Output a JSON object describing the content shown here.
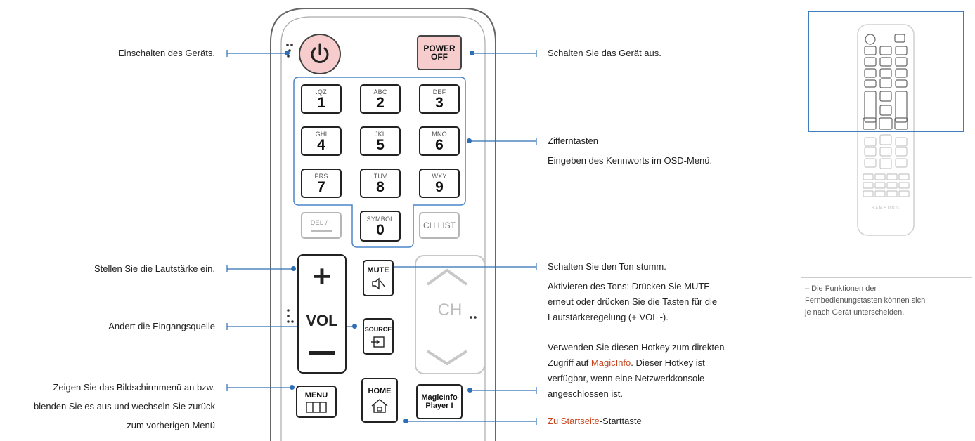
{
  "labels_left": {
    "power_on": "Einschalten des Geräts.",
    "volume": "Stellen Sie die Lautstärke ein.",
    "source": "Ändert die Eingangsquelle",
    "menu_line1": "Zeigen Sie das Bildschirmmenü an bzw.",
    "menu_line2": "blenden Sie es aus und wechseln Sie zurück",
    "menu_line3": "zum vorherigen Menü"
  },
  "labels_right": {
    "power_off": "Schalten Sie das Gerät aus.",
    "numbers_title": "Zifferntasten",
    "numbers_desc": "Eingeben des Kennworts im OSD-Menü.",
    "mute_title": "Schalten Sie den Ton stumm.",
    "mute_desc_1": "Aktivieren des Tons: Drücken Sie MUTE",
    "mute_desc_2": "erneut oder drücken Sie die Tasten für die",
    "mute_desc_3": "Lautstärkeregelung (+ VOL -).",
    "magic_1": "Verwenden Sie diesen Hotkey zum direkten",
    "magic_2a": "Zugriff auf ",
    "magic_2b": "MagicInfo",
    "magic_2c": ". Dieser Hotkey ist",
    "magic_3": "verfügbar, wenn eine Netzwerkkonsole",
    "magic_4": "angeschlossen ist.",
    "home_a": "Zu Startseite",
    "home_b": "-Starttaste"
  },
  "remote": {
    "power_off": [
      "POWER",
      "OFF"
    ],
    "keys": [
      {
        "letters": ".QZ",
        "digit": "1"
      },
      {
        "letters": "ABC",
        "digit": "2"
      },
      {
        "letters": "DEF",
        "digit": "3"
      },
      {
        "letters": "GHI",
        "digit": "4"
      },
      {
        "letters": "JKL",
        "digit": "5"
      },
      {
        "letters": "MNO",
        "digit": "6"
      },
      {
        "letters": "PRS",
        "digit": "7"
      },
      {
        "letters": "TUV",
        "digit": "8"
      },
      {
        "letters": "WXY",
        "digit": "9"
      }
    ],
    "del": "DEL-/--",
    "symbol": "SYMBOL",
    "zero": "0",
    "ch_list": "CH LIST",
    "vol": "VOL",
    "mute": "MUTE",
    "source": "SOURCE",
    "ch": "CH",
    "menu": "MENU",
    "home": "HOME",
    "magicinfo": [
      "MagicInfo",
      "Player I"
    ]
  },
  "thumbnail": {
    "brand": "SAMSUNG"
  },
  "note": [
    "– Die Funktionen der",
    "Fernbedienungstasten können sich",
    "je nach Gerät unterscheiden."
  ],
  "colors": {
    "leader": "#2f6fb5",
    "accent": "#c8461e",
    "power_fill": "#f6cccc"
  }
}
